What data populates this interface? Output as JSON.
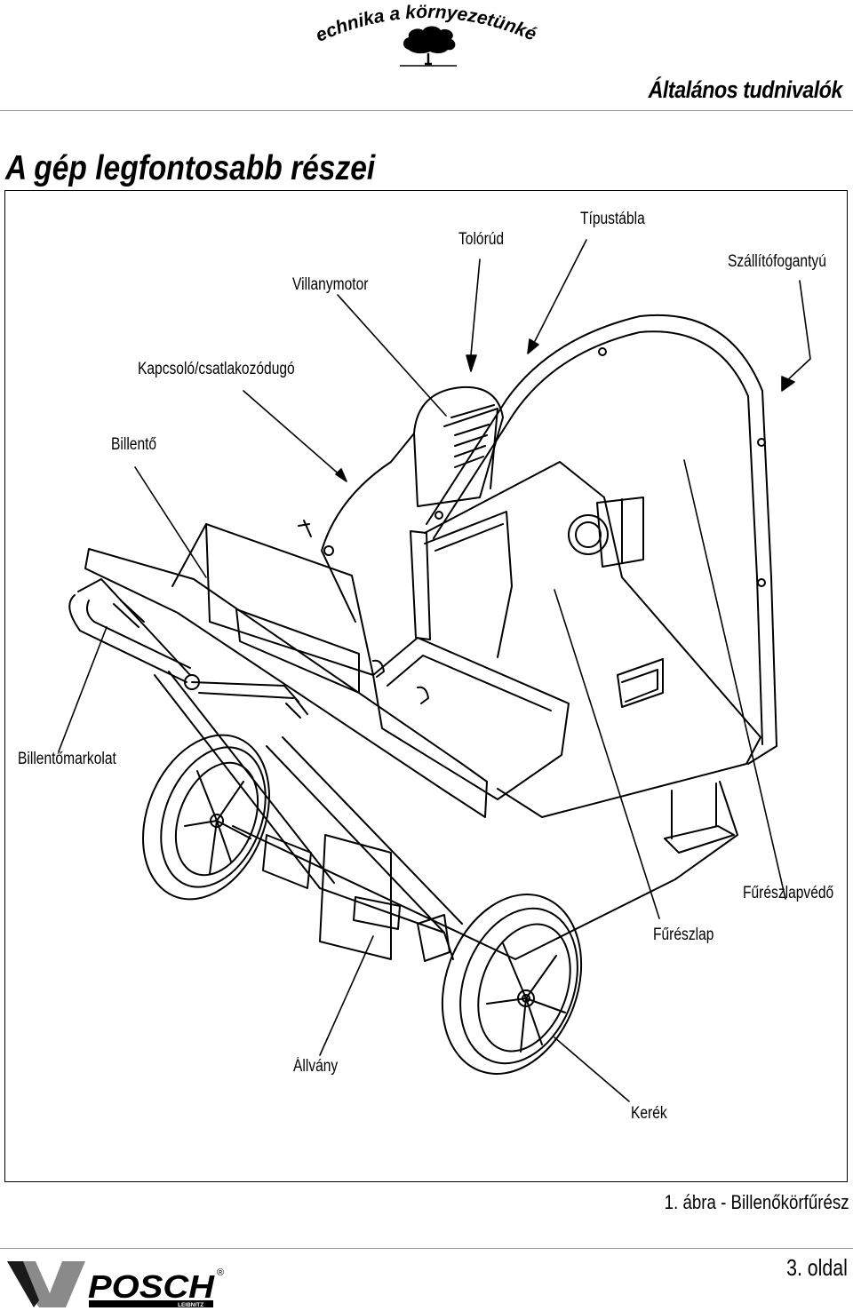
{
  "header": {
    "slogan": "Technika a környezetünkért",
    "section_title": "Általános tudnivalók"
  },
  "page_title": "A gép legfontosabb részei",
  "figure": {
    "labels": {
      "villanymotor": "Villanymotor",
      "tolorud": "Tolórúd",
      "tipustabla": "Típustábla",
      "szallitofogantyu": "Szállítófogantyú",
      "kapcsolo": "Kapcsoló/csatlakozódugó",
      "billento": "Billentő",
      "billentomarkolat": "Billentőmarkolat",
      "fureszlapvedo": "Fűrészlapvédő",
      "fureszlap": "Fűrészlap",
      "allvany": "Állvány",
      "kerek": "Kerék"
    },
    "caption": "1. ábra - Billenőkörfűrész"
  },
  "footer": {
    "brand": "POSCH",
    "brand_sub": "LEIBNITZ",
    "registered": "®",
    "page_number": "3. oldal"
  }
}
